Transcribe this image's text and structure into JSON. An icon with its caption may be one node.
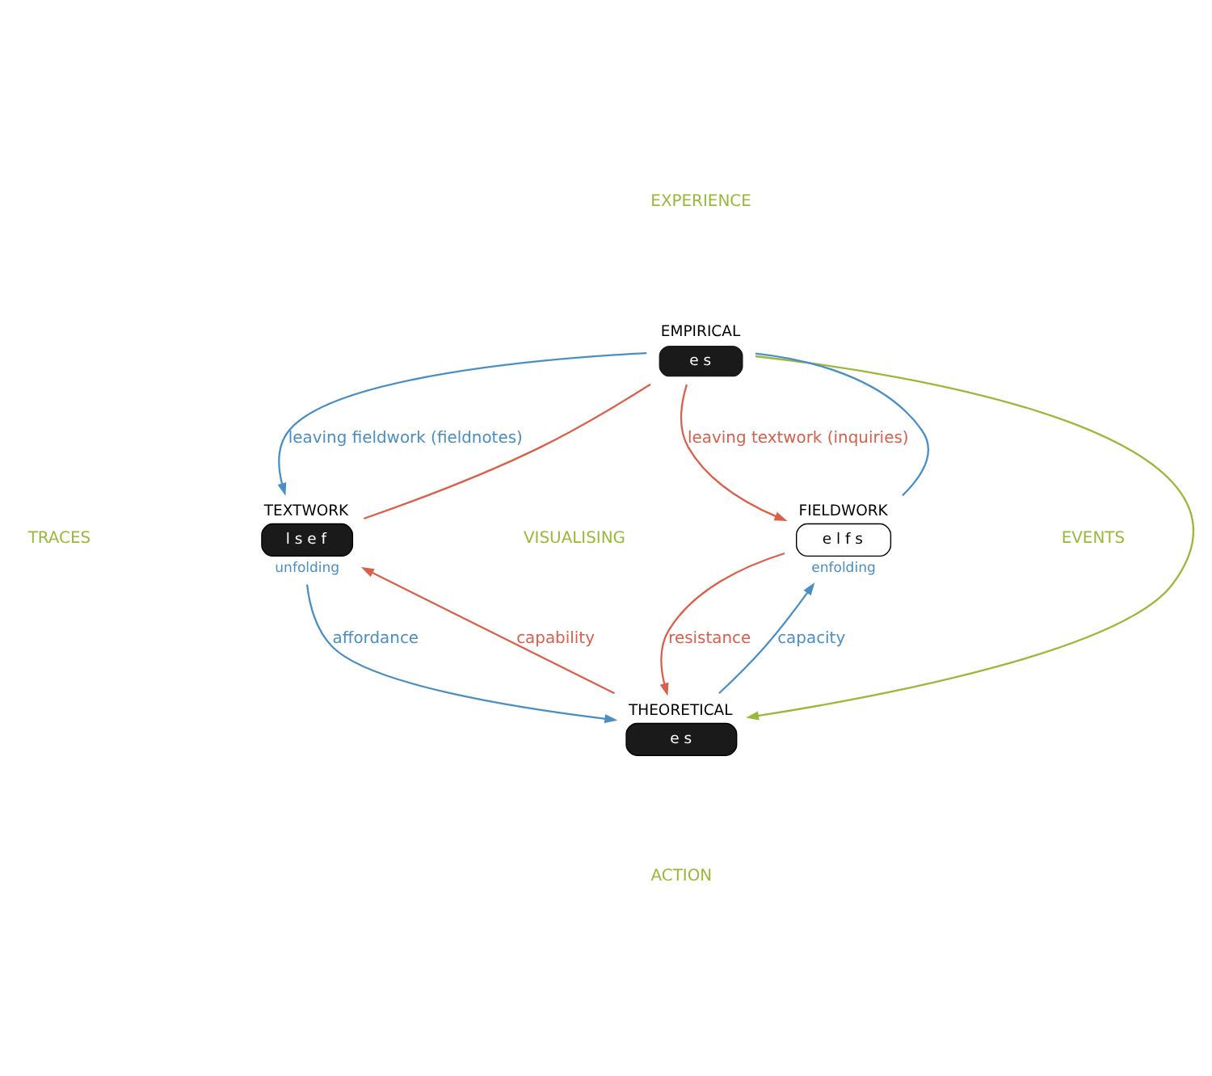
{
  "diagram": {
    "nodes": [
      {
        "text": [
          "EMPIRICAL",
          "e",
          "s"
        ]
      },
      {
        "text": [
          "TEXTWORK",
          "l",
          "s",
          "e",
          "f"
        ],
        "beside": [
          "unfolding"
        ]
      },
      {
        "text": [
          "FIELDWORK",
          "e",
          "l",
          "f",
          "s"
        ],
        "beside": [
          "enfolding"
        ]
      },
      {
        "text": [
          "THEORETICAL",
          "e",
          "s"
        ]
      }
    ],
    "edges": [
      {
        "from": 1,
        "to": 0,
        "arrow": "none",
        "color": "#d9604a"
      },
      {
        "from": 0,
        "to": 2,
        "arrow": "to",
        "label": "leaving textwork (inquiries)",
        "color": "#d9604a"
      },
      {
        "from": 2,
        "to": 0,
        "arrow": "none",
        "color": "#4a8fc4"
      },
      {
        "from": 0,
        "to": 1,
        "arrow": "to",
        "label": "leaving fieldwork (fieldnotes)",
        "color": "#4a8fc4"
      },
      {
        "from": 0,
        "to": 3,
        "arrow": "to",
        "color": "#9ab83a"
      },
      {
        "from": 1,
        "to": 3,
        "arrow": "to",
        "label": "affordance",
        "color": "#4a8fc4"
      },
      {
        "from": 2,
        "to": 3,
        "arrow": "to",
        "label": "resistance",
        "color": "#d9604a"
      },
      {
        "from": 3,
        "to": 1,
        "arrow": "to",
        "label": "capability",
        "color": "#d9604a"
      },
      {
        "from": 3,
        "to": 2,
        "arrow": "to",
        "label": "capacity",
        "color": "#4a8fc4"
      }
    ],
    "labels": [
      "EXPERIENCE",
      "TRACES",
      "VISUALISING",
      "EVENTS",
      "ACTION"
    ]
  }
}
